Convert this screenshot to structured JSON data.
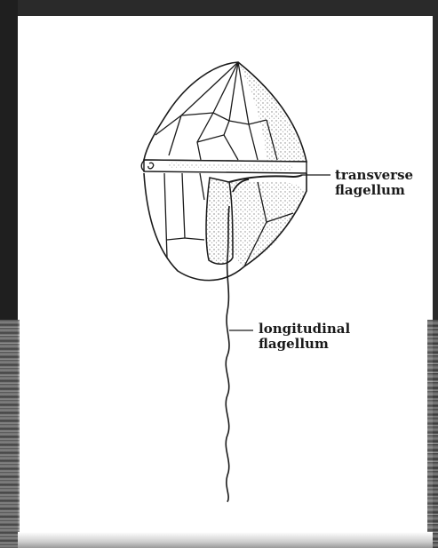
{
  "labels": {
    "transverse": [
      "transverse",
      "flagellum"
    ],
    "longitudinal": [
      "longitudinal",
      "flagellum"
    ]
  },
  "colors": {
    "ink": "#1a1a1a",
    "stipple": "#8a8a8a"
  }
}
